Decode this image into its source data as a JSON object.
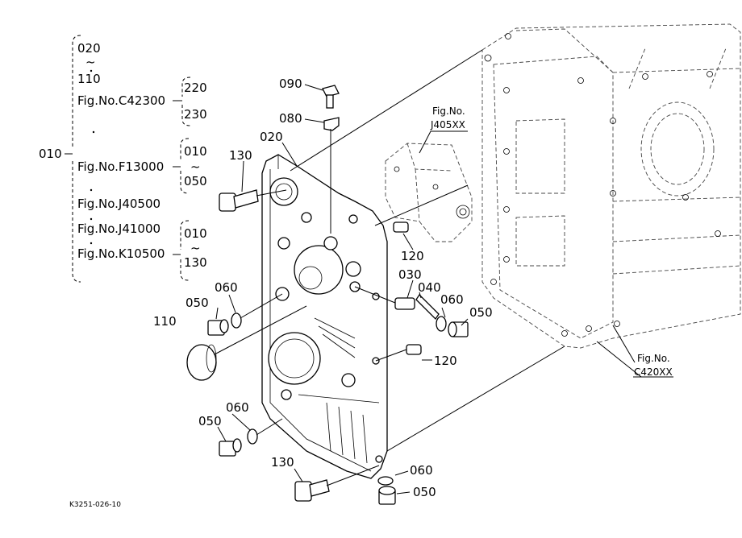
{
  "tree": {
    "root": "010",
    "a_from": "020",
    "a_tilde": "~",
    "a_to": "110",
    "fig_c42300": "Fig.No.C42300",
    "c42300_from": "220",
    "c42300_to": "230",
    "fig_f13000": "Fig.No.F13000",
    "f13000_from": "010",
    "f13000_tilde": "~",
    "f13000_to": "050",
    "fig_j40500": "Fig.No.J40500",
    "fig_j41000": "Fig.No.J41000",
    "fig_k10500": "Fig.No.K10500",
    "k10500_from": "010",
    "k10500_tilde": "~",
    "k10500_to": "130"
  },
  "refs": {
    "j405_line1": "Fig.No.",
    "j405_line2": "J405XX",
    "c420_line1": "Fig.No.",
    "c420_line2": "C420XX"
  },
  "callouts": {
    "p090": "090",
    "p080": "080",
    "p020": "020",
    "p130_top": "130",
    "p120_upper": "120",
    "p030": "030",
    "p040": "040",
    "p060_right": "060",
    "p050_right": "050",
    "p120_lower": "120",
    "p060_left": "060",
    "p050_left": "050",
    "p110": "110",
    "p050_bottom_left": "050",
    "p060_bottom_left": "060",
    "p130_bottom": "130",
    "p060_bottom": "060",
    "p050_bottom": "050"
  },
  "drawing_code": "K3251-026-10"
}
